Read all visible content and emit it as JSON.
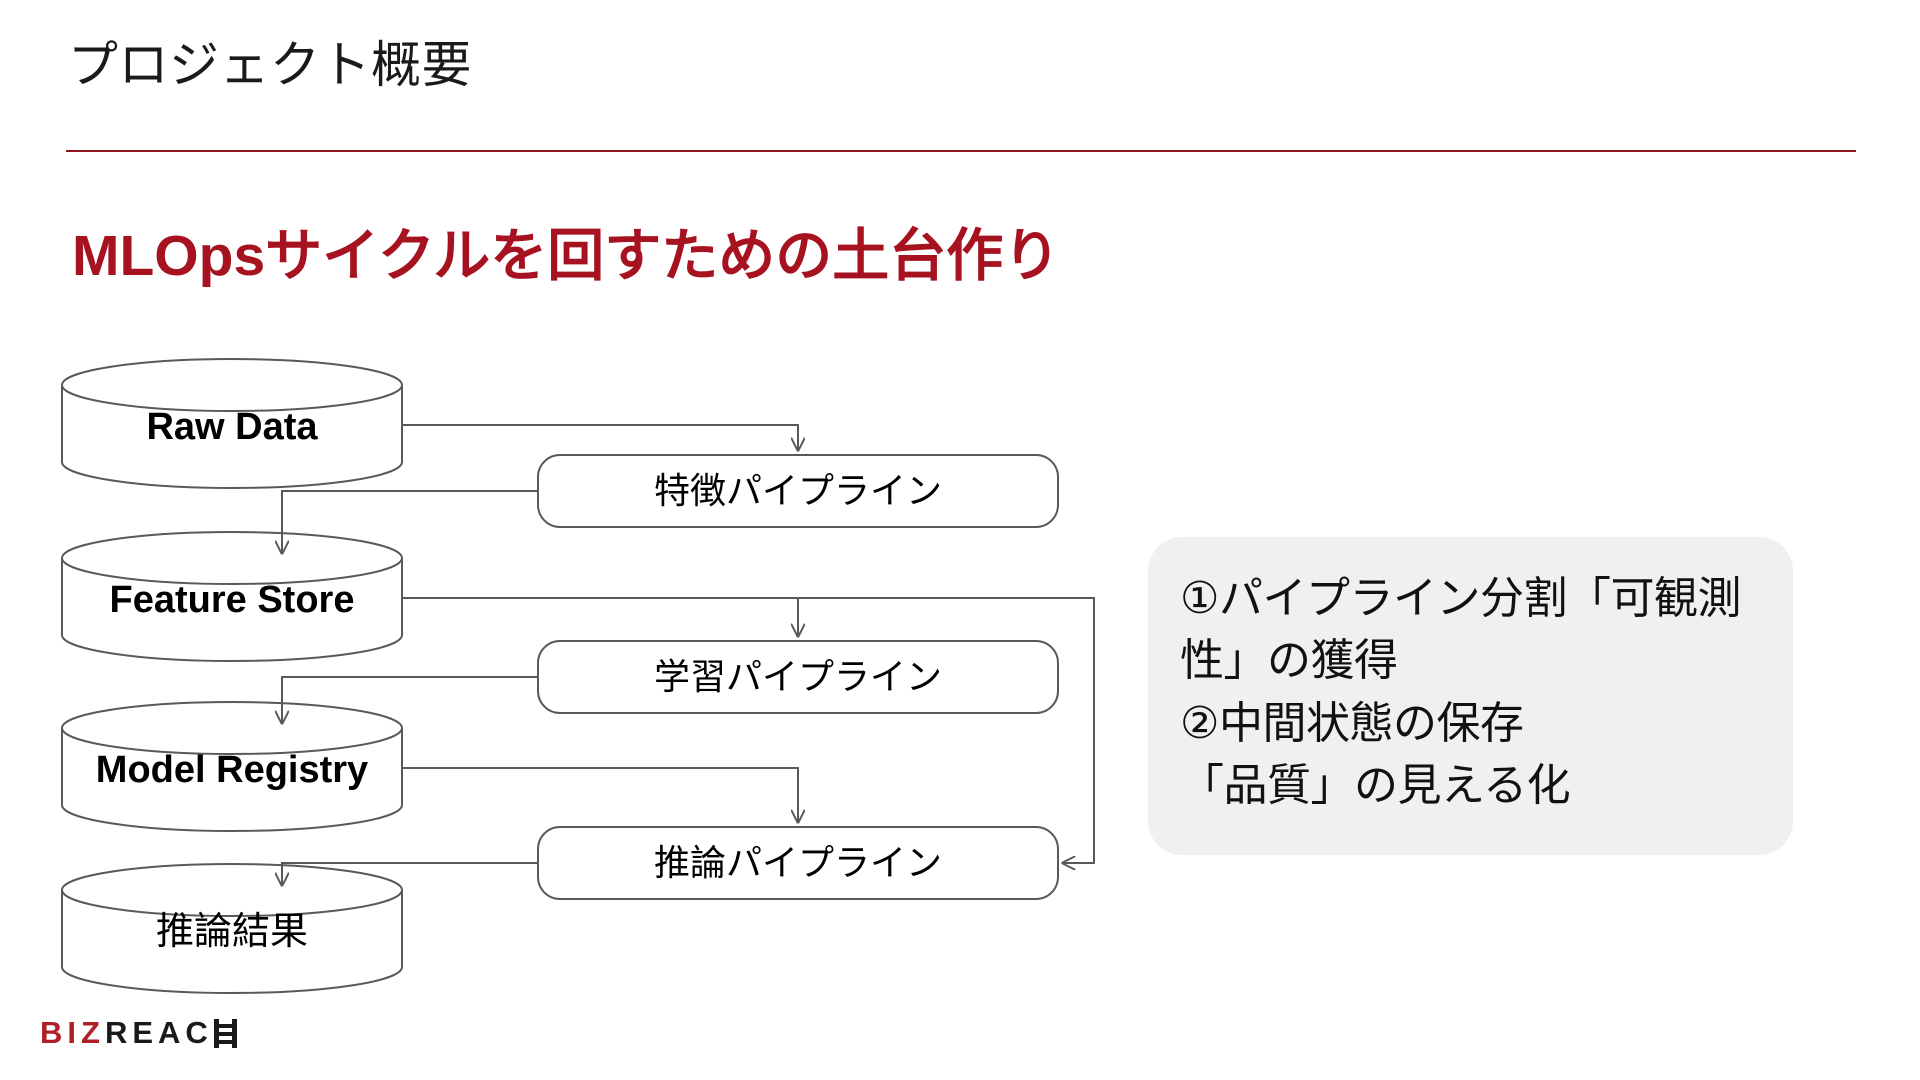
{
  "header": {
    "title": "プロジェクト概要",
    "rule_color": "#8f1420"
  },
  "heading": {
    "text": "MLOpsサイクルを回すための土台作り",
    "color": "#a6121f"
  },
  "diagram": {
    "nodes": [
      {
        "id": "raw-data",
        "type": "cylinder",
        "label": "Raw Data"
      },
      {
        "id": "feature-pipeline",
        "type": "process",
        "label": "特徴パイプライン"
      },
      {
        "id": "feature-store",
        "type": "cylinder",
        "label": "Feature Store"
      },
      {
        "id": "training-pipeline",
        "type": "process",
        "label": "学習パイプライン"
      },
      {
        "id": "model-registry",
        "type": "cylinder",
        "label": "Model Registry"
      },
      {
        "id": "inference-pipeline",
        "type": "process",
        "label": "推論パイプライン"
      },
      {
        "id": "inference-result",
        "type": "cylinder",
        "label": "推論結果"
      }
    ],
    "edges": [
      {
        "from": "raw-data",
        "to": "feature-pipeline"
      },
      {
        "from": "feature-pipeline",
        "to": "feature-store"
      },
      {
        "from": "feature-store",
        "to": "training-pipeline"
      },
      {
        "from": "training-pipeline",
        "to": "model-registry"
      },
      {
        "from": "model-registry",
        "to": "inference-pipeline"
      },
      {
        "from": "inference-pipeline",
        "to": "inference-result"
      },
      {
        "from": "feature-store",
        "to": "inference-pipeline"
      }
    ],
    "stroke_color": "#595959"
  },
  "callout": {
    "background": "#f0f0f0",
    "text": "①パイプライン分割「可観測性」の獲得\n②中間状態の保存\n「品質」の見える化"
  },
  "logo": {
    "part_red": "BIZ",
    "part_black": "REAC",
    "mark_name": "bizreach-h-mark",
    "red": "#b01e28",
    "black": "#1a1a1a"
  }
}
